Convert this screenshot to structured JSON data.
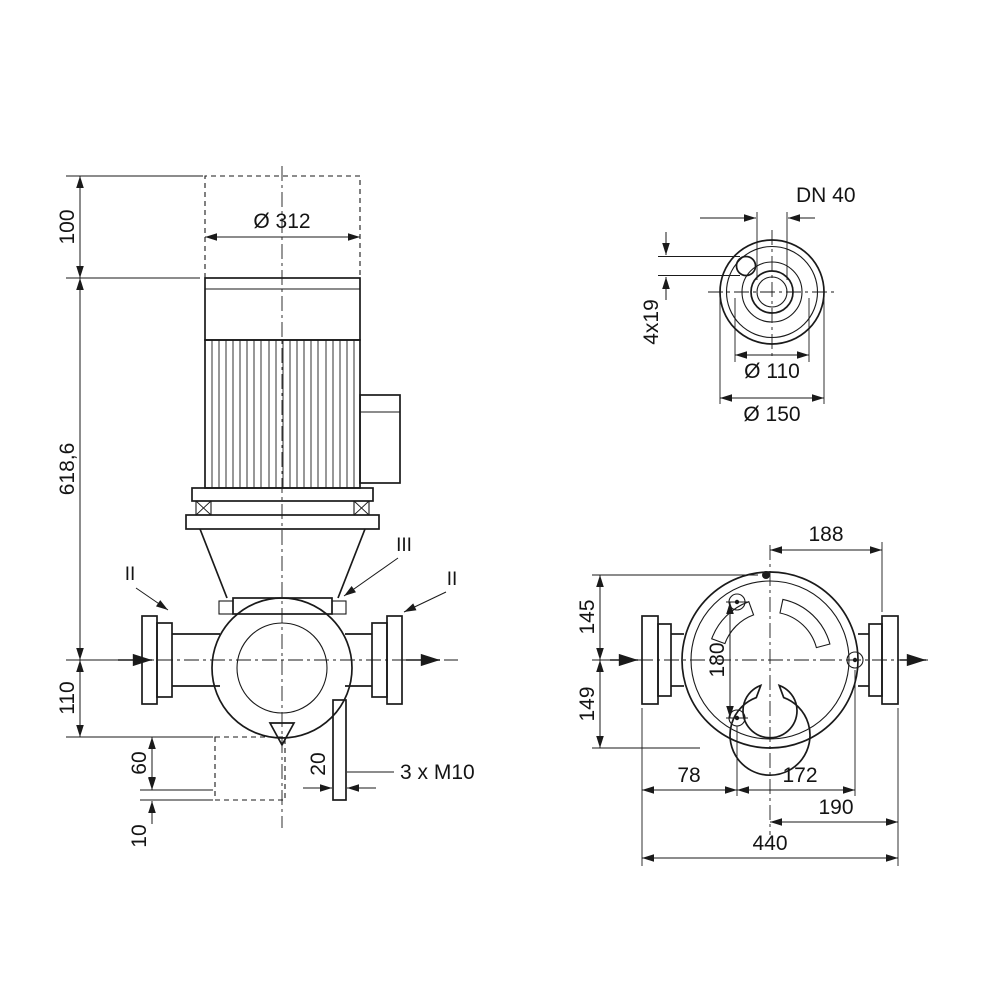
{
  "drawing": {
    "line_color": "#1a1a1a",
    "background": "#ffffff"
  },
  "side_view": {
    "dim_100": "100",
    "dim_dia312": "Ø 312",
    "dim_618_6": "618,6",
    "dim_110": "110",
    "dim_60": "60",
    "dim_10": "10",
    "dim_20": "20",
    "bolts": "3 x M10",
    "sec_left": "II",
    "sec_mid": "III",
    "sec_right": "II"
  },
  "flange_view": {
    "dn": "DN 40",
    "holes": "4x19",
    "bolt_circle": "Ø 110",
    "outer": "Ø 150"
  },
  "top_view": {
    "d188": "188",
    "d145": "145",
    "d180": "180",
    "d149": "149",
    "d78": "78",
    "d172": "172",
    "d190": "190",
    "d440": "440"
  }
}
